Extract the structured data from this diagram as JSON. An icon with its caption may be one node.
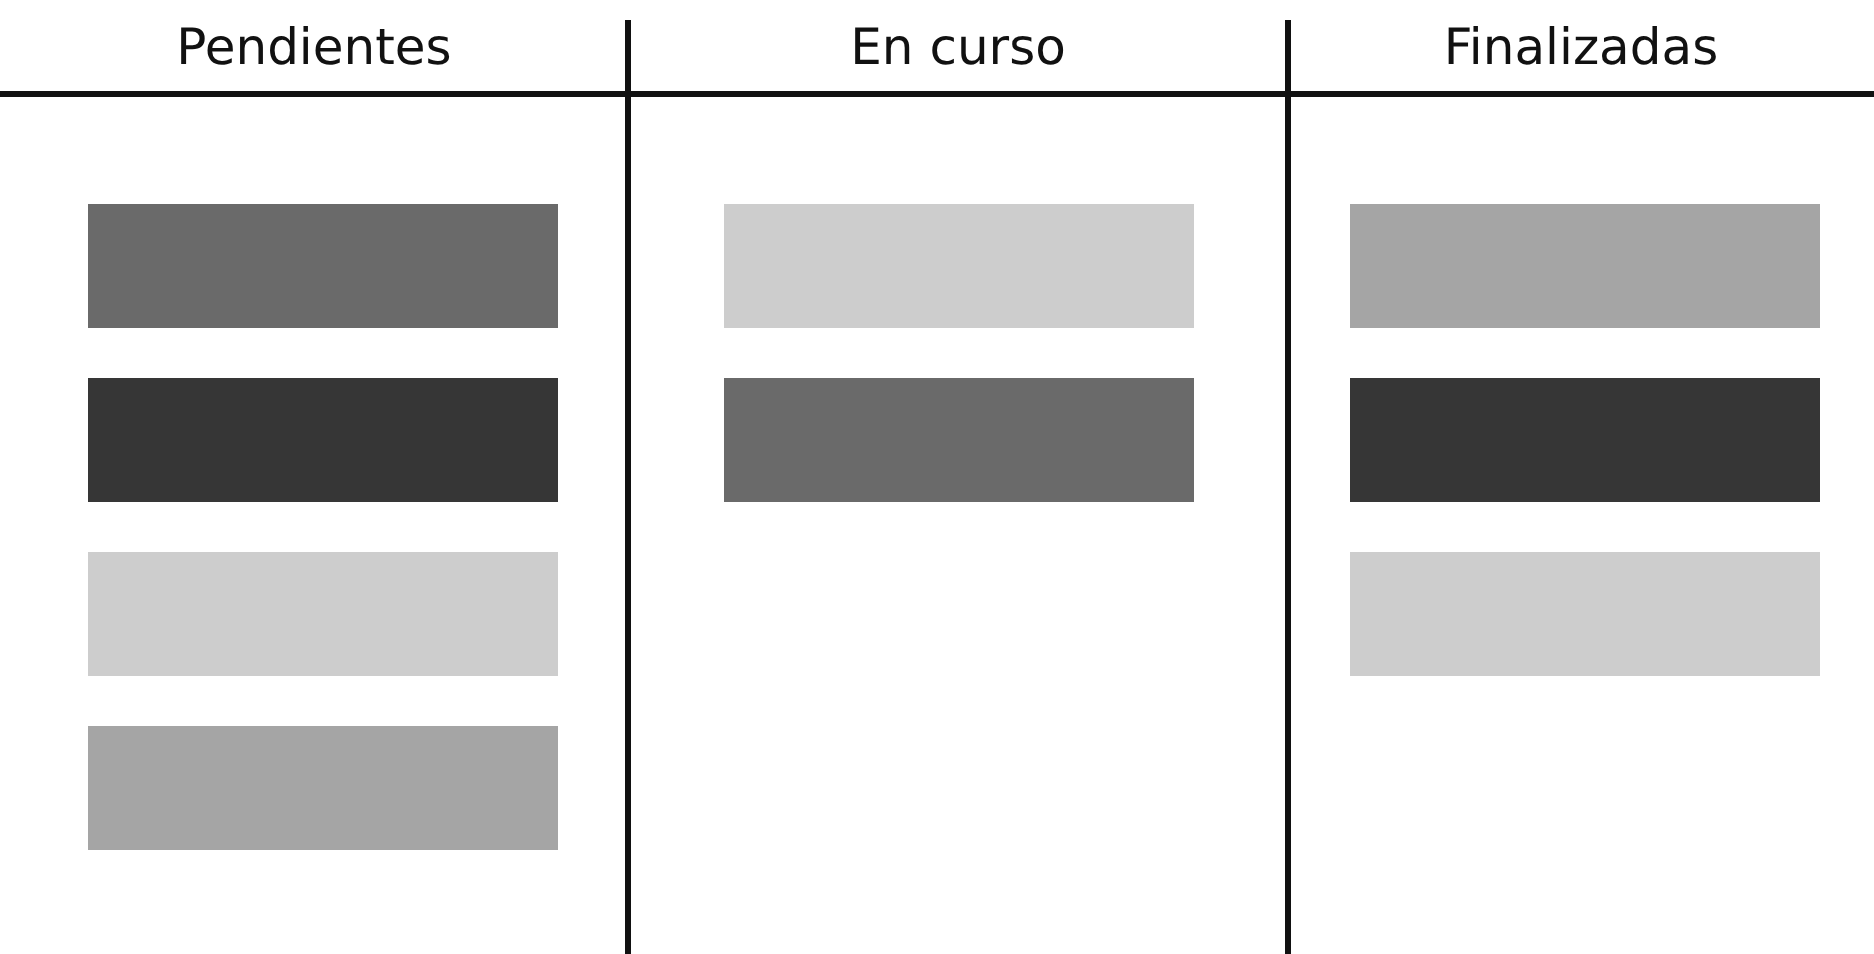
{
  "diagram": {
    "nodes": [
      {
        "text": [
          "Pendientes"
        ]
      },
      {
        "text": [],
        "shape": "box",
        "in": 0
      },
      {
        "text": [],
        "shape": "box",
        "in": 0
      },
      {
        "text": [],
        "shape": "box",
        "in": 0
      },
      {
        "text": [],
        "shape": "box",
        "in": 0
      },
      {
        "text": [
          "En curso"
        ]
      },
      {
        "text": [],
        "shape": "box",
        "in": 5
      },
      {
        "text": [],
        "shape": "box",
        "in": 5
      },
      {
        "text": [
          "Finalizadas"
        ]
      },
      {
        "text": [],
        "shape": "box",
        "in": 8
      },
      {
        "text": [],
        "shape": "box",
        "in": 8
      },
      {
        "text": [],
        "shape": "box",
        "in": 8
      }
    ]
  }
}
